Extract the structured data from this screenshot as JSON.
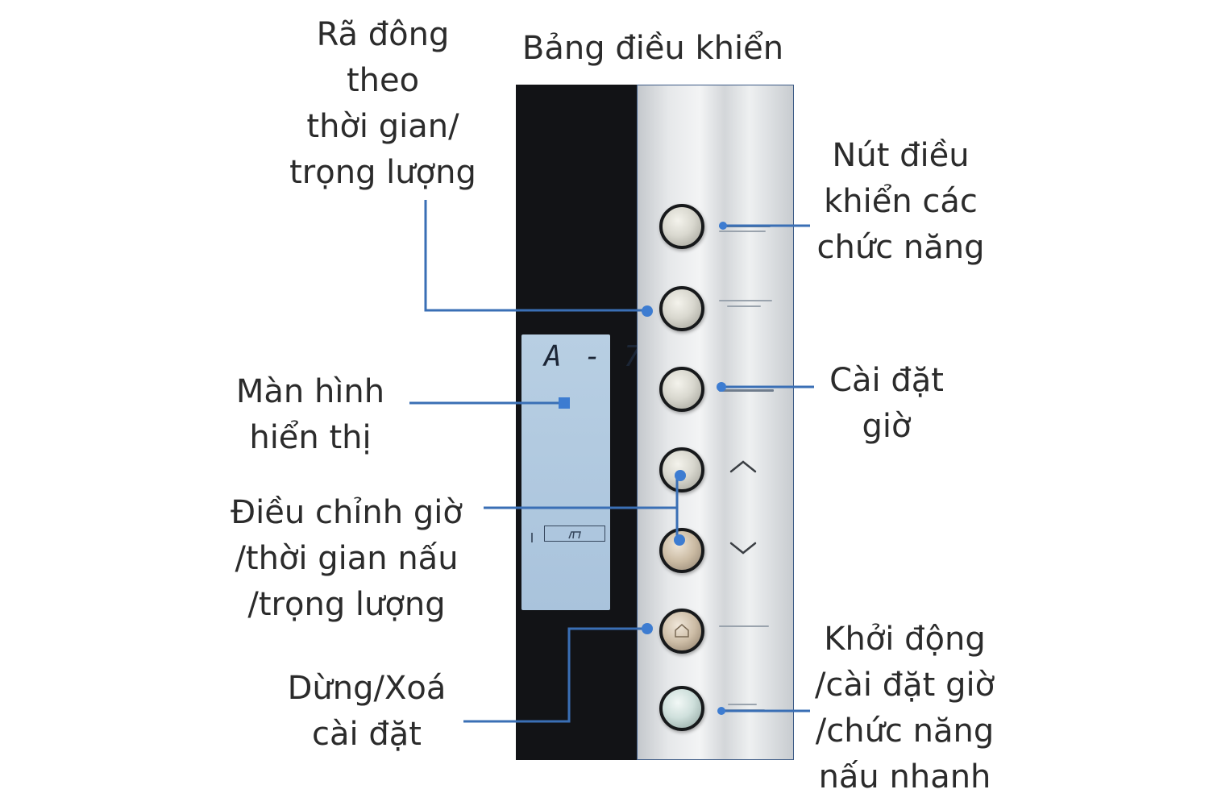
{
  "panel_title": "Bảng điều khiển",
  "labels": {
    "defrost": "Rã đông\ntheo\nthời gian/\ntrọng lượng",
    "display": "Màn hình\nhiển thị",
    "adjust": "Điều chỉnh giờ\n/thời gian nấu\n/trọng lượng",
    "stop_clear": "Dừng/Xoá\ncài đặt",
    "function_buttons": "Nút điều\nkhiển các\nchức năng",
    "clock_setting": "Cài đặt\ngiờ",
    "start": "Khởi động\n/cài đặt giờ\n/chức năng\nnấu nhanh"
  },
  "lcd": {
    "text": "A - 7"
  },
  "icons": {
    "up_arrow": "chevron-up-icon",
    "down_arrow": "chevron-down-icon",
    "stop_button_symbol": "home-icon"
  },
  "colors": {
    "connector": "#3a6fb5",
    "dot": "#3d7cd1",
    "text": "#2b2b2b",
    "panel_black": "#121316",
    "lcd": "#b0c9df"
  }
}
